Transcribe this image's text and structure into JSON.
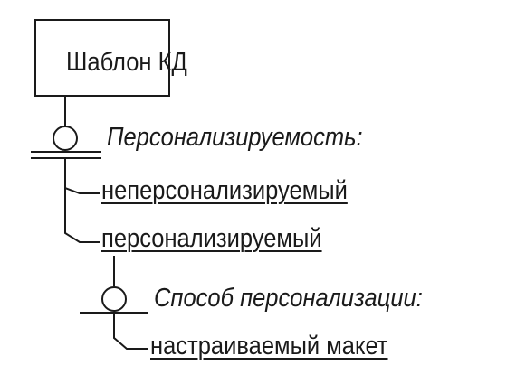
{
  "root": {
    "label": "Шаблон КД"
  },
  "facet_1": {
    "label": "Персонализируемость:",
    "values": [
      "неперсонализируемый",
      "персонализируемый"
    ]
  },
  "facet_2": {
    "label": "Способ персонализации:",
    "values": [
      "настраиваемый макет"
    ]
  }
}
